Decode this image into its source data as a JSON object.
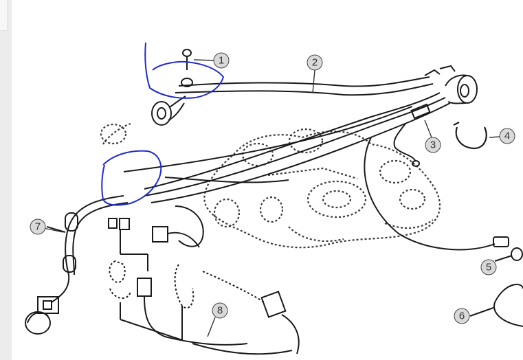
{
  "diagram": {
    "callouts": [
      {
        "id": "1",
        "label": "1"
      },
      {
        "id": "2",
        "label": "2"
      },
      {
        "id": "3",
        "label": "3"
      },
      {
        "id": "4",
        "label": "4"
      },
      {
        "id": "5",
        "label": "5"
      },
      {
        "id": "6",
        "label": "6"
      },
      {
        "id": "7",
        "label": "7"
      },
      {
        "id": "8",
        "label": "8"
      }
    ],
    "colors": {
      "line": "#1a1a1a",
      "dashed_engine": "#3a3a3a",
      "annotation": "#1f2bd1",
      "callout_fill": "#d9d9d9"
    }
  }
}
